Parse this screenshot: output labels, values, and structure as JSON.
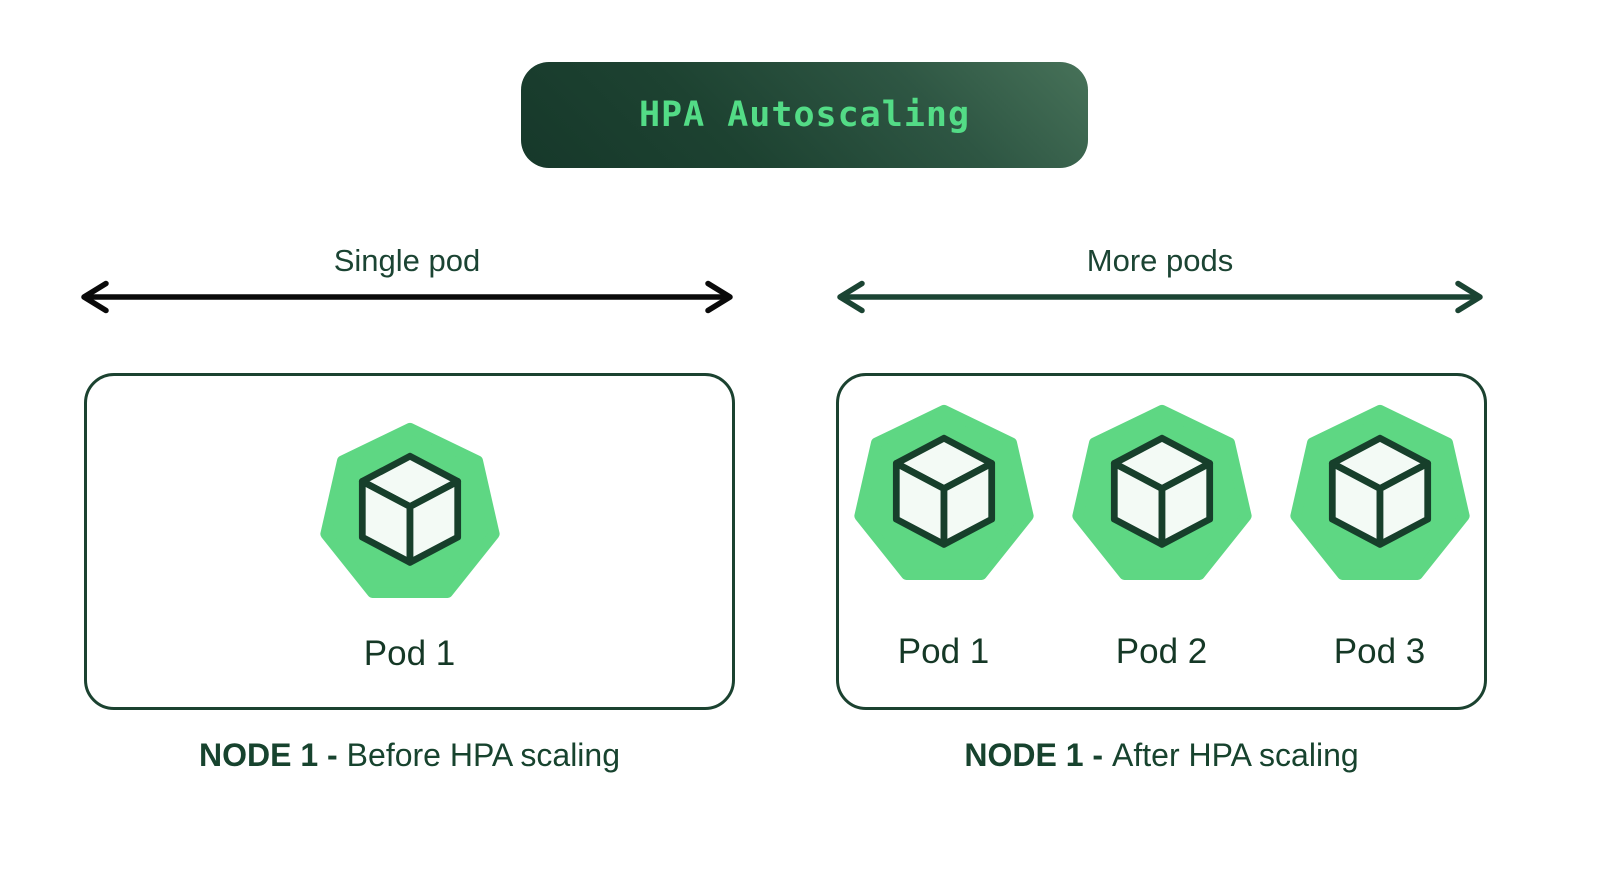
{
  "title_banner": {
    "label": "HPA Autoscaling",
    "text_color": "#53dc86",
    "bg_gradient_dark": "#16382a",
    "bg_gradient_light": "#477259"
  },
  "sections": [
    {
      "arrow_label": "Single pod",
      "arrow_color": "#0a0a0a",
      "node": {
        "pods": [
          {
            "label": "Pod 1"
          }
        ],
        "caption_bold": "NODE 1 -",
        "caption_rest": "Before HPA scaling"
      }
    },
    {
      "arrow_label": "More pods",
      "arrow_color": "#1b4433",
      "node": {
        "pods": [
          {
            "label": "Pod 1"
          },
          {
            "label": "Pod 2"
          },
          {
            "label": "Pod 3"
          }
        ],
        "caption_bold": "NODE 1 -",
        "caption_rest": "After HPA scaling"
      }
    }
  ],
  "icons": {
    "pod": "kubernetes-heptagon-pod-icon",
    "cube": "cube-icon",
    "arrow": "double-headed-arrow-icon"
  },
  "colors": {
    "pod_heptagon_fill": "#5ed783",
    "cube_stroke": "#173f2b",
    "cube_fill": "#f3faf5",
    "node_border": "#1b4230",
    "dark_text": "#17432e",
    "label_text": "#153826"
  }
}
